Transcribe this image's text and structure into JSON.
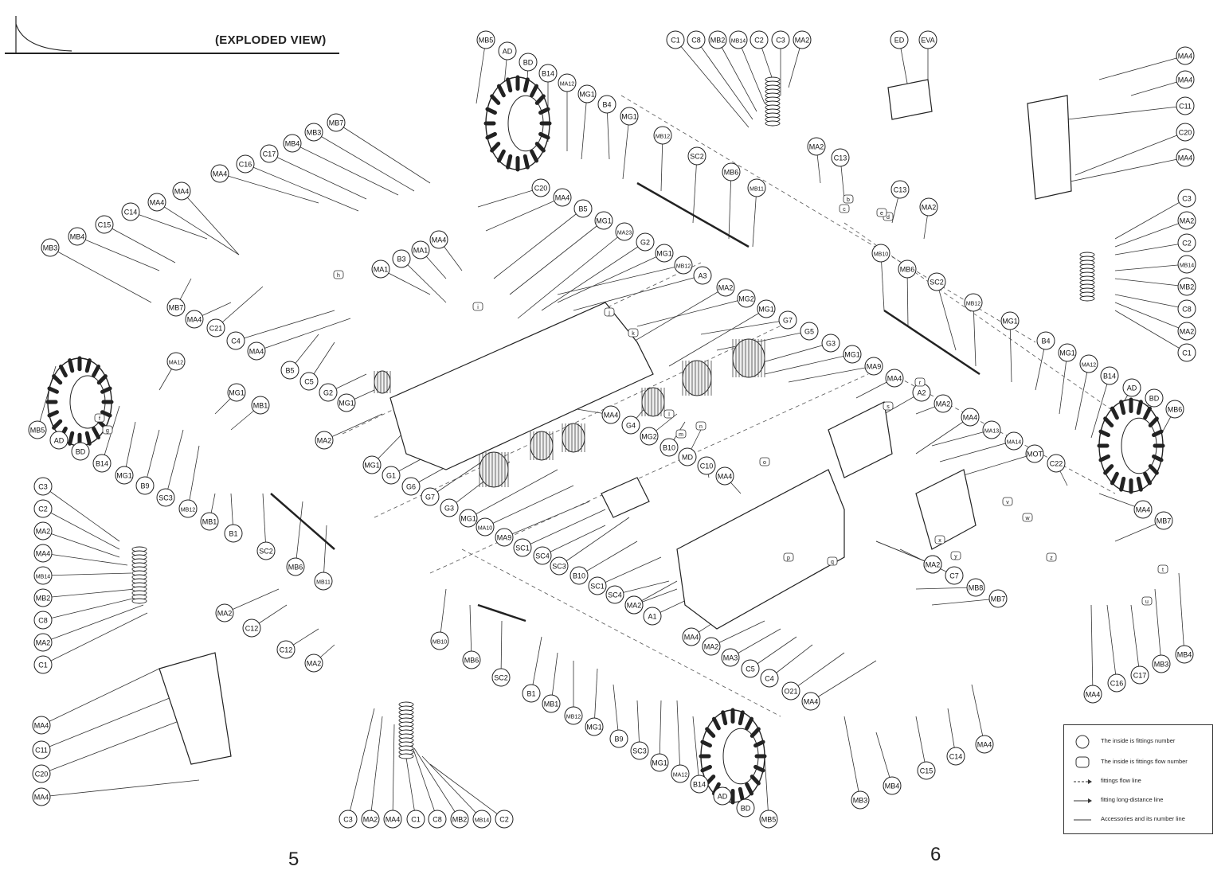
{
  "title": "(EXPLODED VIEW)",
  "pages": {
    "left": "5",
    "right": "6"
  },
  "legend": [
    {
      "symbol": "circle",
      "text": "The inside is fittings number"
    },
    {
      "symbol": "rounded-square",
      "text": "The inside is fittings flow number"
    },
    {
      "symbol": "dashed-arrow",
      "text": "fittings flow line"
    },
    {
      "symbol": "solid-arrow",
      "text": "fitting long-distance line"
    },
    {
      "symbol": "line",
      "text": "Accessories and its number line"
    }
  ],
  "labels": [
    "MB5",
    "AD",
    "BD",
    "B14",
    "MA12",
    "MG1",
    "B4",
    "MG1",
    "C1",
    "C8",
    "MB2",
    "MB14",
    "C2",
    "C3",
    "MA2",
    "ED",
    "EVA",
    "MA4",
    "MA4",
    "C11",
    "C20",
    "MA4",
    "MB7",
    "MB3",
    "MB4",
    "C17",
    "C16",
    "MA4",
    "MA4",
    "C14",
    "MA4",
    "C15",
    "MB4",
    "MB3",
    "MB7",
    "MA4",
    "C21",
    "C4",
    "MA4",
    "C20",
    "MA4",
    "B5",
    "MG1",
    "MA23",
    "G2",
    "MG1",
    "MB12",
    "A3",
    "MA2",
    "MG2",
    "MG1",
    "G7",
    "G5",
    "G3",
    "MG1",
    "MA9",
    "MB12",
    "SC2",
    "MB6",
    "MB11",
    "MA2",
    "C13",
    "C13",
    "MA2",
    "MB10",
    "MB6",
    "SC2",
    "MB12",
    "MG1",
    "B4",
    "MG1",
    "MA12",
    "B14",
    "AD",
    "BD",
    "MB6",
    "MA4",
    "MA1",
    "MA1",
    "B3",
    "B5",
    "C5",
    "G2",
    "MG1",
    "MA2",
    "MG1",
    "G1",
    "G6",
    "G7",
    "G3",
    "MG1",
    "MA10",
    "MA9",
    "SC1",
    "SC4",
    "SC3",
    "B10",
    "SC1",
    "SC4",
    "MA2",
    "A1",
    "MA4",
    "G4",
    "MG2",
    "B10",
    "MD",
    "C10",
    "MA4",
    "MA4",
    "A2",
    "MA2",
    "MA4",
    "MA13",
    "MA14",
    "MOT",
    "C22",
    "MA4",
    "MB7",
    "MA12",
    "MG1",
    "MB1",
    "MB5",
    "AD",
    "BD",
    "B14",
    "MG1",
    "B9",
    "SC3",
    "MB12",
    "MB1",
    "B1",
    "SC2",
    "MB6",
    "MB11",
    "MA2",
    "C12",
    "C12",
    "MA2",
    "C3",
    "C2",
    "MA2",
    "MA4",
    "MB14",
    "MB2",
    "C8",
    "MA2",
    "C1",
    "MA4",
    "C11",
    "C20",
    "MA4",
    "C3",
    "MA2",
    "MA4",
    "C1",
    "C8",
    "MB2",
    "MB14",
    "C2",
    "MB10",
    "MB6",
    "SC2",
    "B1",
    "MB1",
    "MB12",
    "MG1",
    "B9",
    "SC3",
    "MG1",
    "MA12",
    "B14",
    "AD",
    "BD",
    "MB5",
    "MA2",
    "MA4",
    "MA2",
    "MA3",
    "C5",
    "C4",
    "O21",
    "MA4",
    "MB3",
    "MB4",
    "C15",
    "C14",
    "MA4",
    "MA2",
    "C7",
    "MB8",
    "MB7",
    "C3",
    "MA2",
    "C2",
    "MB14",
    "MB2",
    "C8",
    "MA2",
    "C1",
    "MA4",
    "C16",
    "C17",
    "MB3",
    "MB4",
    "MA2"
  ],
  "flow_tags": [
    "b",
    "c",
    "d",
    "e",
    "f",
    "g",
    "h",
    "i",
    "j",
    "k",
    "l",
    "m",
    "n",
    "o",
    "p",
    "q",
    "r",
    "s",
    "t",
    "u",
    "v",
    "w",
    "x",
    "y",
    "z"
  ]
}
